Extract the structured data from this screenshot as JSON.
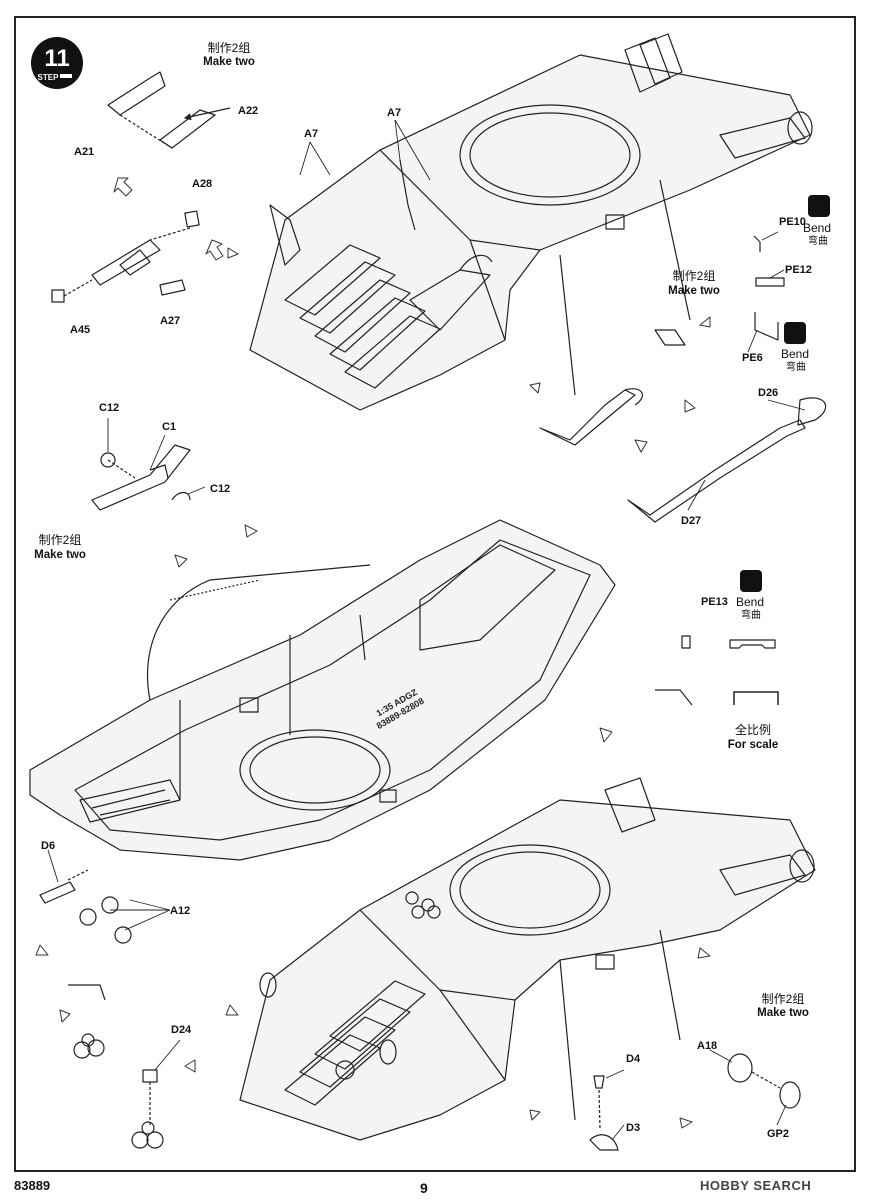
{
  "step": {
    "number": "11",
    "word": "STEP"
  },
  "notes": {
    "make_two_cn": "制作2组",
    "make_two_en": "Make two",
    "bend_en": "Bend",
    "bend_cn": "弯曲",
    "scale_cn": "全比例",
    "scale_en": "For scale"
  },
  "parts": {
    "A21": "A21",
    "A22": "A22",
    "A28": "A28",
    "A45": "A45",
    "A27": "A27",
    "A7": "A7",
    "PE10": "PE10",
    "PE12": "PE12",
    "PE6": "PE6",
    "PE13": "PE13",
    "D26": "D26",
    "D27": "D27",
    "C12": "C12",
    "C1": "C1",
    "D6": "D6",
    "A12": "A12",
    "D24": "D24",
    "D4": "D4",
    "D3": "D3",
    "A18": "A18",
    "GP2": "GP2"
  },
  "hull_marking": {
    "line1": "1:35 ADGZ",
    "line2": "83889-82808"
  },
  "footer": {
    "code": "83889",
    "page": "9",
    "watermark": "HOBBY SEARCH"
  }
}
